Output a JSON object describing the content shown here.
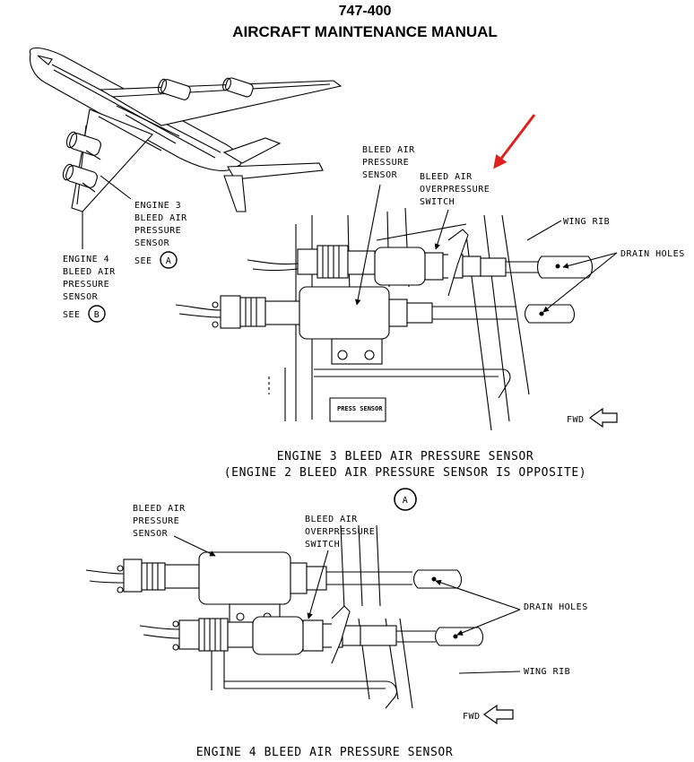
{
  "header": {
    "model": "747-400",
    "manual_title": "AIRCRAFT MAINTENANCE MANUAL"
  },
  "overview": {
    "engine3_label": [
      "ENGINE 3",
      "BLEED AIR",
      "PRESSURE",
      "SENSOR"
    ],
    "engine3_see": "SEE",
    "engine3_ref": "A",
    "engine4_label": [
      "ENGINE 4",
      "BLEED AIR",
      "PRESSURE",
      "SENSOR"
    ],
    "engine4_see": "SEE",
    "engine4_ref": "B"
  },
  "view_a": {
    "sensor_label": [
      "BLEED AIR",
      "PRESSURE",
      "SENSOR"
    ],
    "switch_label": [
      "BLEED AIR",
      "OVERPRESSURE",
      "SWITCH"
    ],
    "wing_rib": "WING RIB",
    "drain_holes": "DRAIN HOLES",
    "placard": "PRESS SENSOR",
    "fwd": "FWD",
    "caption_line1": "ENGINE 3 BLEED AIR PRESSURE SENSOR",
    "caption_line2": "(ENGINE 2 BLEED AIR PRESSURE SENSOR IS OPPOSITE)",
    "view_ref": "A"
  },
  "view_b": {
    "sensor_label": [
      "BLEED AIR",
      "PRESSURE",
      "SENSOR"
    ],
    "switch_label": [
      "BLEED AIR",
      "OVERPRESSURE",
      "SWITCH"
    ],
    "drain_holes": "DRAIN HOLES",
    "wing_rib": "WING RIB",
    "fwd": "FWD",
    "caption": "ENGINE 4 BLEED AIR PRESSURE SENSOR"
  },
  "colors": {
    "ink": "#000000",
    "arrow": "#e0201c",
    "paper": "#ffffff"
  }
}
